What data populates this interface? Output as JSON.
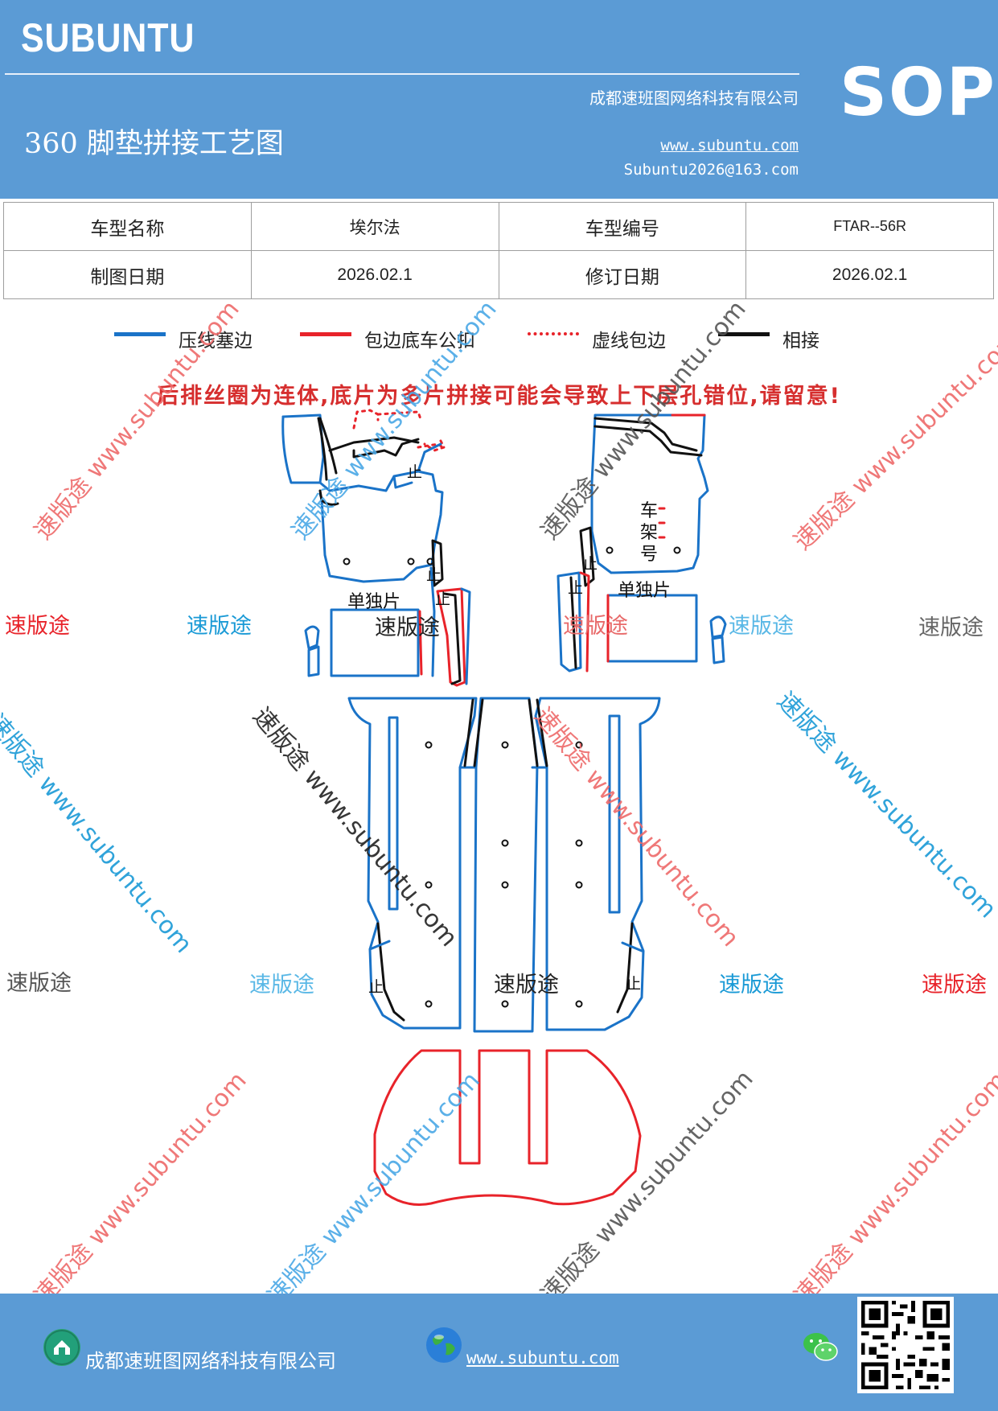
{
  "header": {
    "brand": "SUBUNTU",
    "badge": "SOP",
    "company": "成都速班图网络科技有限公司",
    "title": "360 脚垫拼接工艺图",
    "website": "www.subuntu.com",
    "email": "Subuntu2026@163.com",
    "background_color": "#5b9bd5"
  },
  "info_table": {
    "rows": [
      [
        "车型名称",
        "埃尔法",
        "车型编号",
        "FTAR--56R"
      ],
      [
        "制图日期",
        "2026.02.1",
        "修订日期",
        "2026.02.1"
      ]
    ]
  },
  "legend": [
    {
      "label": "压线塞边",
      "color": "#1a73c8",
      "style": "solid"
    },
    {
      "label": "包边底车公扣",
      "color": "#e8232a",
      "style": "solid"
    },
    {
      "label": "虚线包边",
      "color": "#e8232a",
      "style": "dotted"
    },
    {
      "label": "相接",
      "color": "#111111",
      "style": "solid"
    }
  ],
  "warning": "后排丝圈为连体,底片为多片拼接可能会导致上下层孔错位,请留意!",
  "diagram_labels": {
    "single_piece": "单独片",
    "frame_number": "车架号",
    "stop_mark": "止"
  },
  "watermarks": {
    "brand_text": "速版途",
    "diagonal_text": "速版途 www.subuntu.com"
  },
  "footer": {
    "company": "成都速班图网络科技有限公司",
    "website": "www.subuntu.com "
  }
}
